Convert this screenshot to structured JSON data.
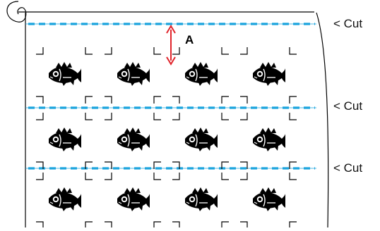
{
  "cut_labels": [
    "< Cut",
    "< Cut",
    "< Cut"
  ],
  "measure_label": "A",
  "grid": {
    "rows": 3,
    "columns": 4
  },
  "colors": {
    "cut_line": "#1aa3dd",
    "measure_arrow": "#e0242b",
    "ink": "#000000"
  },
  "icons": {
    "sticker": "fish-icon",
    "crop_mark": "corner-crop-mark-icon"
  }
}
